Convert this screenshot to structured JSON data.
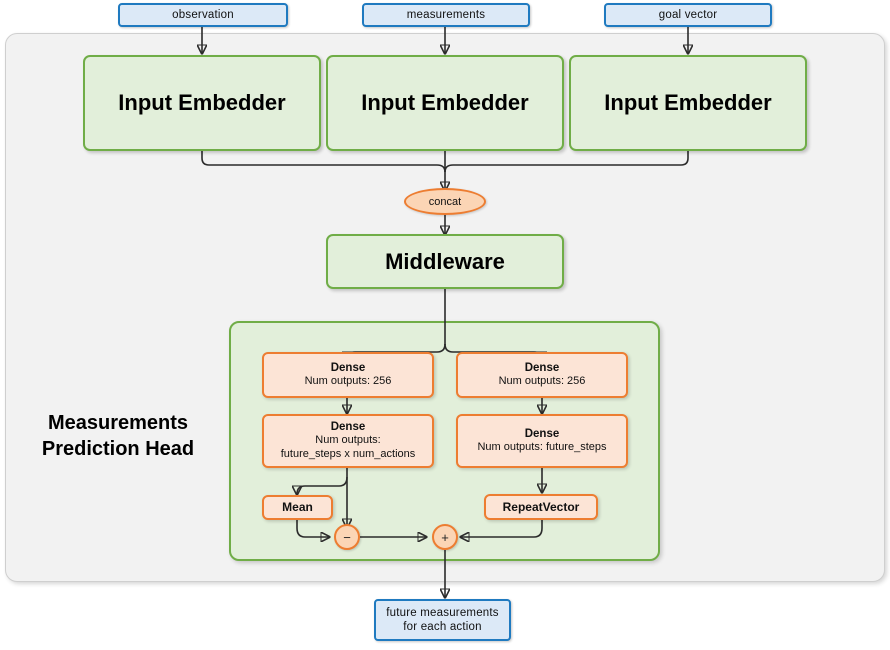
{
  "diagram": {
    "title": "Measurements Prediction Head network diagram",
    "colors": {
      "input_fill": "#dce9f7",
      "input_border": "#1f7ac0",
      "green_fill": "#e2efda",
      "green_border": "#70ad47",
      "orange_fill": "#fce4d6",
      "orange_border": "#ed7d31",
      "ellipse_fill": "#fbd5b5",
      "frame_fill": "#f2f2f2",
      "frame_border": "#cfcfcf",
      "arrow": "#2b2b2b"
    }
  },
  "inputs": [
    {
      "label": "observation"
    },
    {
      "label": "measurements"
    },
    {
      "label": "goal vector"
    }
  ],
  "embedders": [
    {
      "label": "Input Embedder"
    },
    {
      "label": "Input Embedder"
    },
    {
      "label": "Input Embedder"
    }
  ],
  "concat": {
    "label": "concat"
  },
  "middleware": {
    "label": "Middleware"
  },
  "head": {
    "label_line1": "Measurements",
    "label_line2": "Prediction Head",
    "left_branch": {
      "dense1": {
        "title": "Dense",
        "sub1": "Num outputs: 256"
      },
      "dense2": {
        "title": "Dense",
        "sub1": "Num outputs:",
        "sub2": "future_steps x num_actions"
      },
      "mean": {
        "label": "Mean"
      }
    },
    "right_branch": {
      "dense1": {
        "title": "Dense",
        "sub1": "Num outputs: 256"
      },
      "dense2": {
        "title": "Dense",
        "sub1": "Num outputs: future_steps"
      },
      "repeat_vector": {
        "label": "RepeatVector"
      }
    },
    "operators": {
      "subtract": {
        "symbol": "−"
      },
      "add": {
        "symbol": "+"
      }
    }
  },
  "output": {
    "line1": "future measurements",
    "line2": "for each action"
  }
}
